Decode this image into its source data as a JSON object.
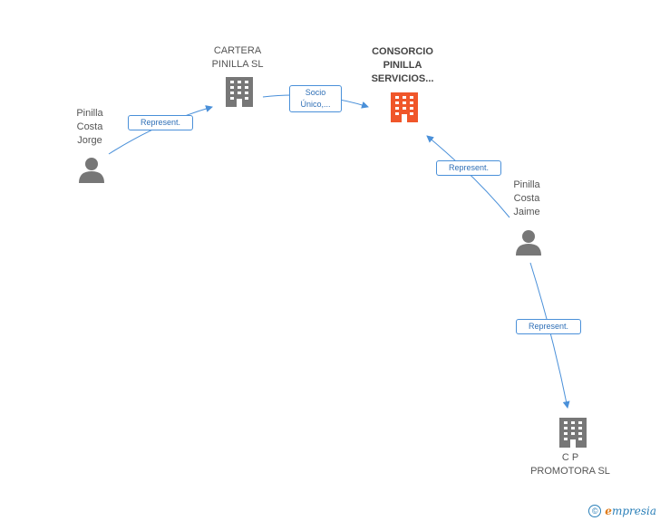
{
  "colors": {
    "edge": "#4a90d9",
    "node_default": "#777777",
    "node_focus": "#f0562a",
    "watermark": "#2a7fb8"
  },
  "nodes": {
    "cartera": {
      "label": "CARTERA\nPINILLA SL",
      "icon": "building-icon"
    },
    "consorcio": {
      "label": "CONSORCIO\nPINILLA\nSERVICIOS...",
      "icon": "building-icon"
    },
    "jorge": {
      "label": "Pinilla\nCosta\nJorge",
      "icon": "person-icon"
    },
    "jaime": {
      "label": "Pinilla\nCosta\nJaime",
      "icon": "person-icon"
    },
    "promotora": {
      "label": "C P\nPROMOTORA SL",
      "icon": "building-icon"
    }
  },
  "edges": {
    "jorge_cartera": "Represent.",
    "cartera_consorcio": "Socio\nÚnico,...",
    "jaime_consorcio": "Represent.",
    "jaime_promotora": "Represent."
  },
  "watermark": {
    "symbol": "©",
    "brand_initial": "e",
    "brand_rest": "mpresia"
  }
}
